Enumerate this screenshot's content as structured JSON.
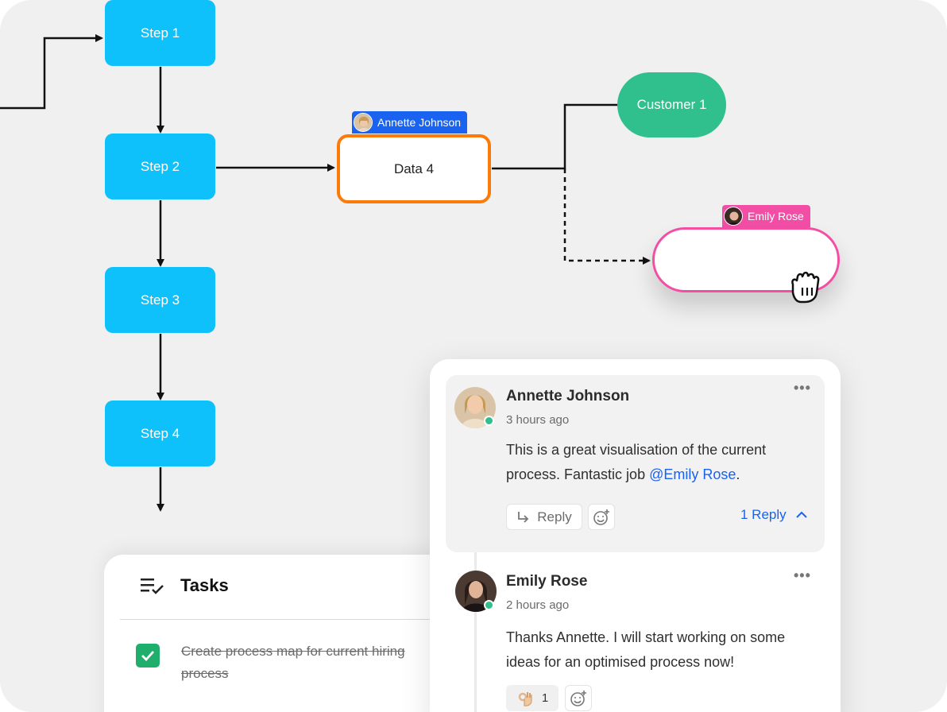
{
  "flowchart": {
    "steps": [
      "Step 1",
      "Step 2",
      "Step 3",
      "Step 4"
    ],
    "data_node": "Data 4",
    "customer_node": "Customer 1",
    "empty_node": ""
  },
  "cursors": {
    "annette": "Annette Johnson",
    "emily": "Emily Rose"
  },
  "colors": {
    "step": "#0ec1fa",
    "data_border": "#fb7a08",
    "customer": "#30c08e",
    "emily_accent": "#f24ea6",
    "annette_accent": "#1a62f0",
    "task_check": "#1fae6c"
  },
  "tasks": {
    "title": "Tasks",
    "items": [
      {
        "line1": "Create process map for current hiring",
        "line2": "process",
        "done": true
      }
    ]
  },
  "comments": [
    {
      "author": "Annette Johnson",
      "time": "3 hours ago",
      "body_line1": "This is a great visualisation of the current",
      "body_line2": "process. Fantastic job ",
      "mention": "@Emily Rose",
      "body_end": ".",
      "reply_label": "Reply",
      "reply_count": "1 Reply"
    },
    {
      "author": "Emily Rose",
      "time": "2 hours ago",
      "body_line1": "Thanks Annette. I will start working on some",
      "body_line2": "ideas for an optimised process now!",
      "reaction_count": "1"
    }
  ]
}
